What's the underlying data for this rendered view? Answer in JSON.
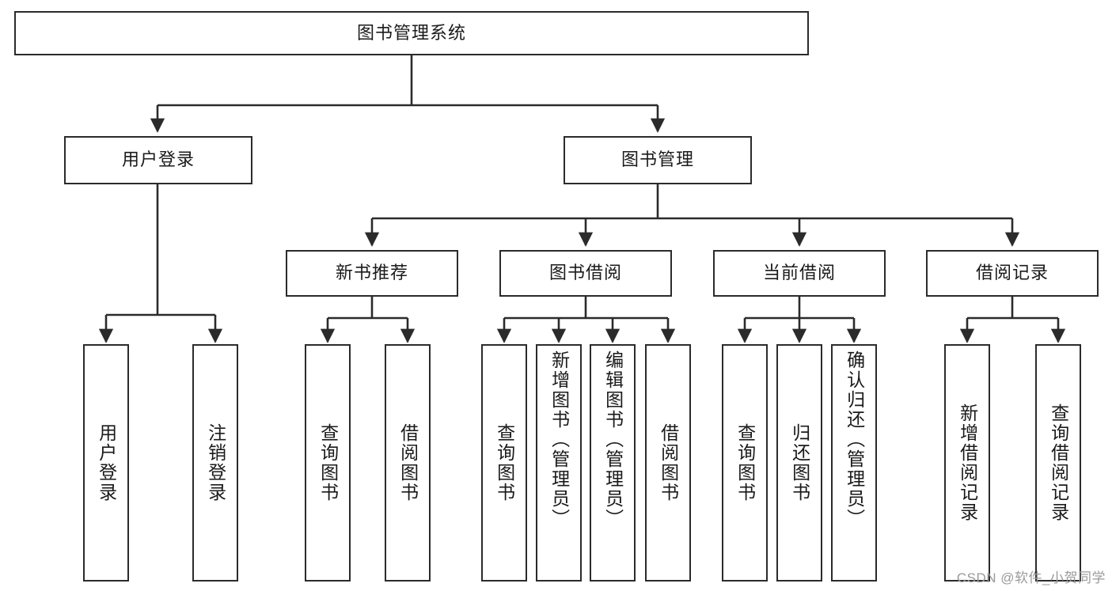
{
  "diagram": {
    "type": "tree",
    "root": {
      "id": "root",
      "label": "图书管理系统"
    },
    "level2": [
      {
        "id": "user-login",
        "label": "用户登录"
      },
      {
        "id": "book-manage",
        "label": "图书管理"
      }
    ],
    "level3": [
      {
        "id": "new-book-rec",
        "label": "新书推荐",
        "parent": "book-manage"
      },
      {
        "id": "book-borrow",
        "label": "图书借阅",
        "parent": "book-manage"
      },
      {
        "id": "current-borrow",
        "label": "当前借阅",
        "parent": "book-manage"
      },
      {
        "id": "borrow-record",
        "label": "借阅记录",
        "parent": "book-manage"
      }
    ],
    "leaves": [
      {
        "id": "leaf-user-login",
        "label": "用户登录",
        "parent": "user-login",
        "align": "center"
      },
      {
        "id": "leaf-logout",
        "label": "注销登录",
        "parent": "user-login",
        "align": "center"
      },
      {
        "id": "leaf-query-book-1",
        "label": "查询图书",
        "parent": "new-book-rec",
        "align": "center"
      },
      {
        "id": "leaf-borrow-book-1",
        "label": "借阅图书",
        "parent": "new-book-rec",
        "align": "center"
      },
      {
        "id": "leaf-query-book-2",
        "label": "查询图书",
        "parent": "book-borrow",
        "align": "center"
      },
      {
        "id": "leaf-add-book",
        "label": "新增图书（管理员）",
        "parent": "book-borrow",
        "align": "top"
      },
      {
        "id": "leaf-edit-book",
        "label": "编辑图书（管理员）",
        "parent": "book-borrow",
        "align": "top"
      },
      {
        "id": "leaf-borrow-book-2",
        "label": "借阅图书",
        "parent": "book-borrow",
        "align": "center"
      },
      {
        "id": "leaf-query-book-3",
        "label": "查询图书",
        "parent": "current-borrow",
        "align": "center"
      },
      {
        "id": "leaf-return-book",
        "label": "归还图书",
        "parent": "current-borrow",
        "align": "center"
      },
      {
        "id": "leaf-confirm-return",
        "label": "确认归还（管理员）",
        "parent": "current-borrow",
        "align": "top"
      },
      {
        "id": "leaf-add-record",
        "label": "新增借阅记录",
        "parent": "borrow-record",
        "align": "center"
      },
      {
        "id": "leaf-query-record",
        "label": "查询借阅记录",
        "parent": "borrow-record",
        "align": "center"
      }
    ],
    "colors": {
      "stroke": "#2b2b2b",
      "fill": "#ffffff",
      "text": "#1a1a1a",
      "watermark": "#9a9a9a"
    }
  },
  "watermark": {
    "text": "CSDN @软件_小贺同学"
  }
}
